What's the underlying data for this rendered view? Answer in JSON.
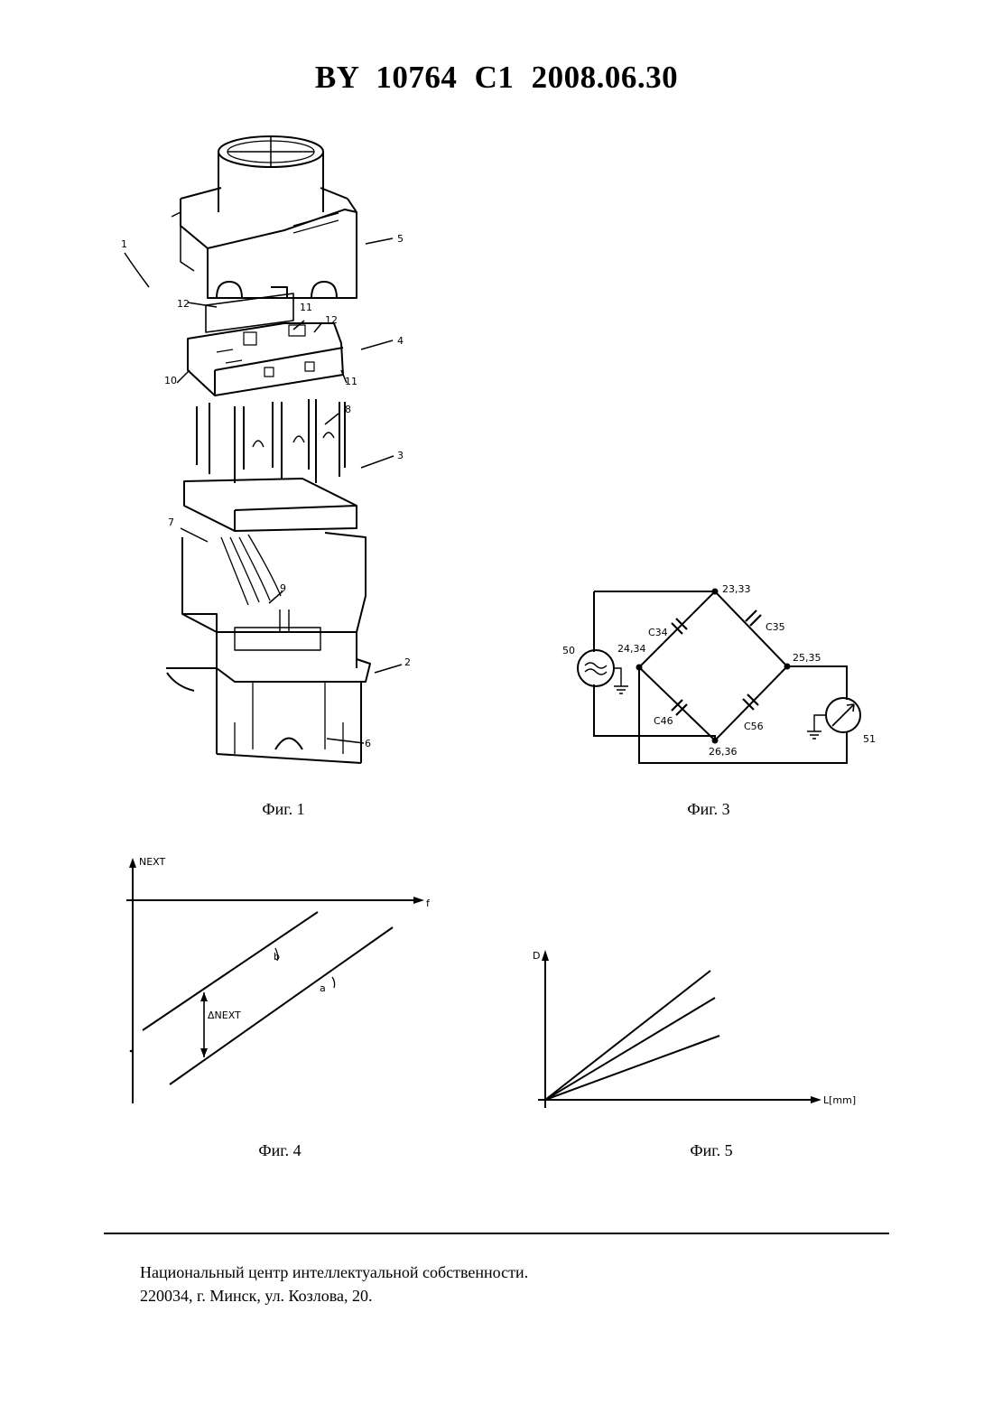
{
  "header": {
    "title": "BY 10764 C1 2008.06.30"
  },
  "fig1": {
    "caption": "Фиг. 1",
    "labels": {
      "assembly": "1",
      "p2": "2",
      "p3": "3",
      "p4": "4",
      "p5": "5",
      "p6": "6",
      "p7": "7",
      "p8": "8",
      "p9": "9",
      "p10": "10",
      "p11a": "11",
      "p11b": "11",
      "p12a": "12",
      "p12b": "12"
    }
  },
  "fig3": {
    "caption": "Фиг. 3",
    "labels": {
      "node_top": "23,33",
      "node_left": "24,34",
      "node_right": "25,35",
      "node_bottom": "26,36",
      "c34": "C34",
      "c35": "C35",
      "c46": "C46",
      "c56": "C56",
      "source": "50",
      "meter": "51"
    }
  },
  "fig4": {
    "caption": "Фиг. 4",
    "y_label": "NEXT",
    "x_label": "f",
    "delta_label": "ΔNEXT",
    "line_a_label": "a",
    "line_b_label": "b"
  },
  "fig5": {
    "caption": "Фиг. 5",
    "y_label": "D",
    "x_label": "L[mm]"
  },
  "footer": {
    "line1": "Национальный центр интеллектуальной собственности.",
    "line2": "220034, г. Минск, ул. Козлова, 20."
  }
}
